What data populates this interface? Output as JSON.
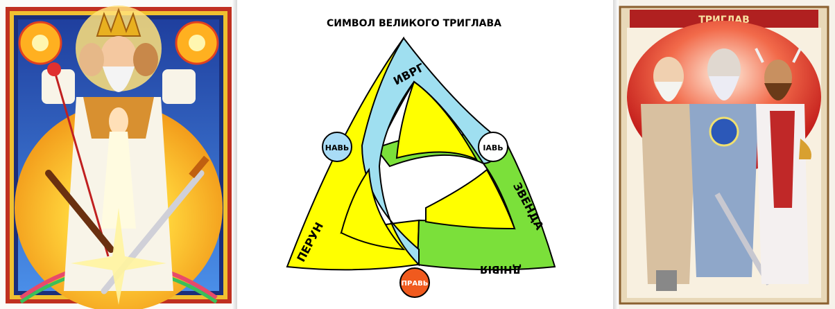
{
  "diagram": {
    "title": "СИМВОЛ ВЕЛИКОГО ТРИГЛАВА",
    "arc_top_label": "ИВРГ",
    "arc_left_label": "ПЕРУН",
    "arc_right_label": "ЗВЕНДА",
    "arc_bottom_label": "ДНІВІЯ",
    "circle_left_label": "НАВЬ",
    "circle_right_label": "ІАВЬ",
    "circle_bottom_label": "ПРАВЬ",
    "colors": {
      "yellow": "#ffff00",
      "blue": "#9fdff0",
      "green": "#7be03a",
      "orange": "#f05a1e",
      "light_blue": "#a9dcf6",
      "outline": "#000000"
    }
  },
  "left_image": {
    "subject": "three-faced-god-illustration",
    "colors": {
      "sky": "#2f5fc4",
      "sun": "#ffd23a",
      "border": "#c03020"
    }
  },
  "right_image": {
    "subject": "three-warriors-painting",
    "banner_text": "ТРИГЛАВ",
    "colors": {
      "glow": "#e83030",
      "armor": "#8fa7c9",
      "robe": "#d8c8b0"
    }
  }
}
